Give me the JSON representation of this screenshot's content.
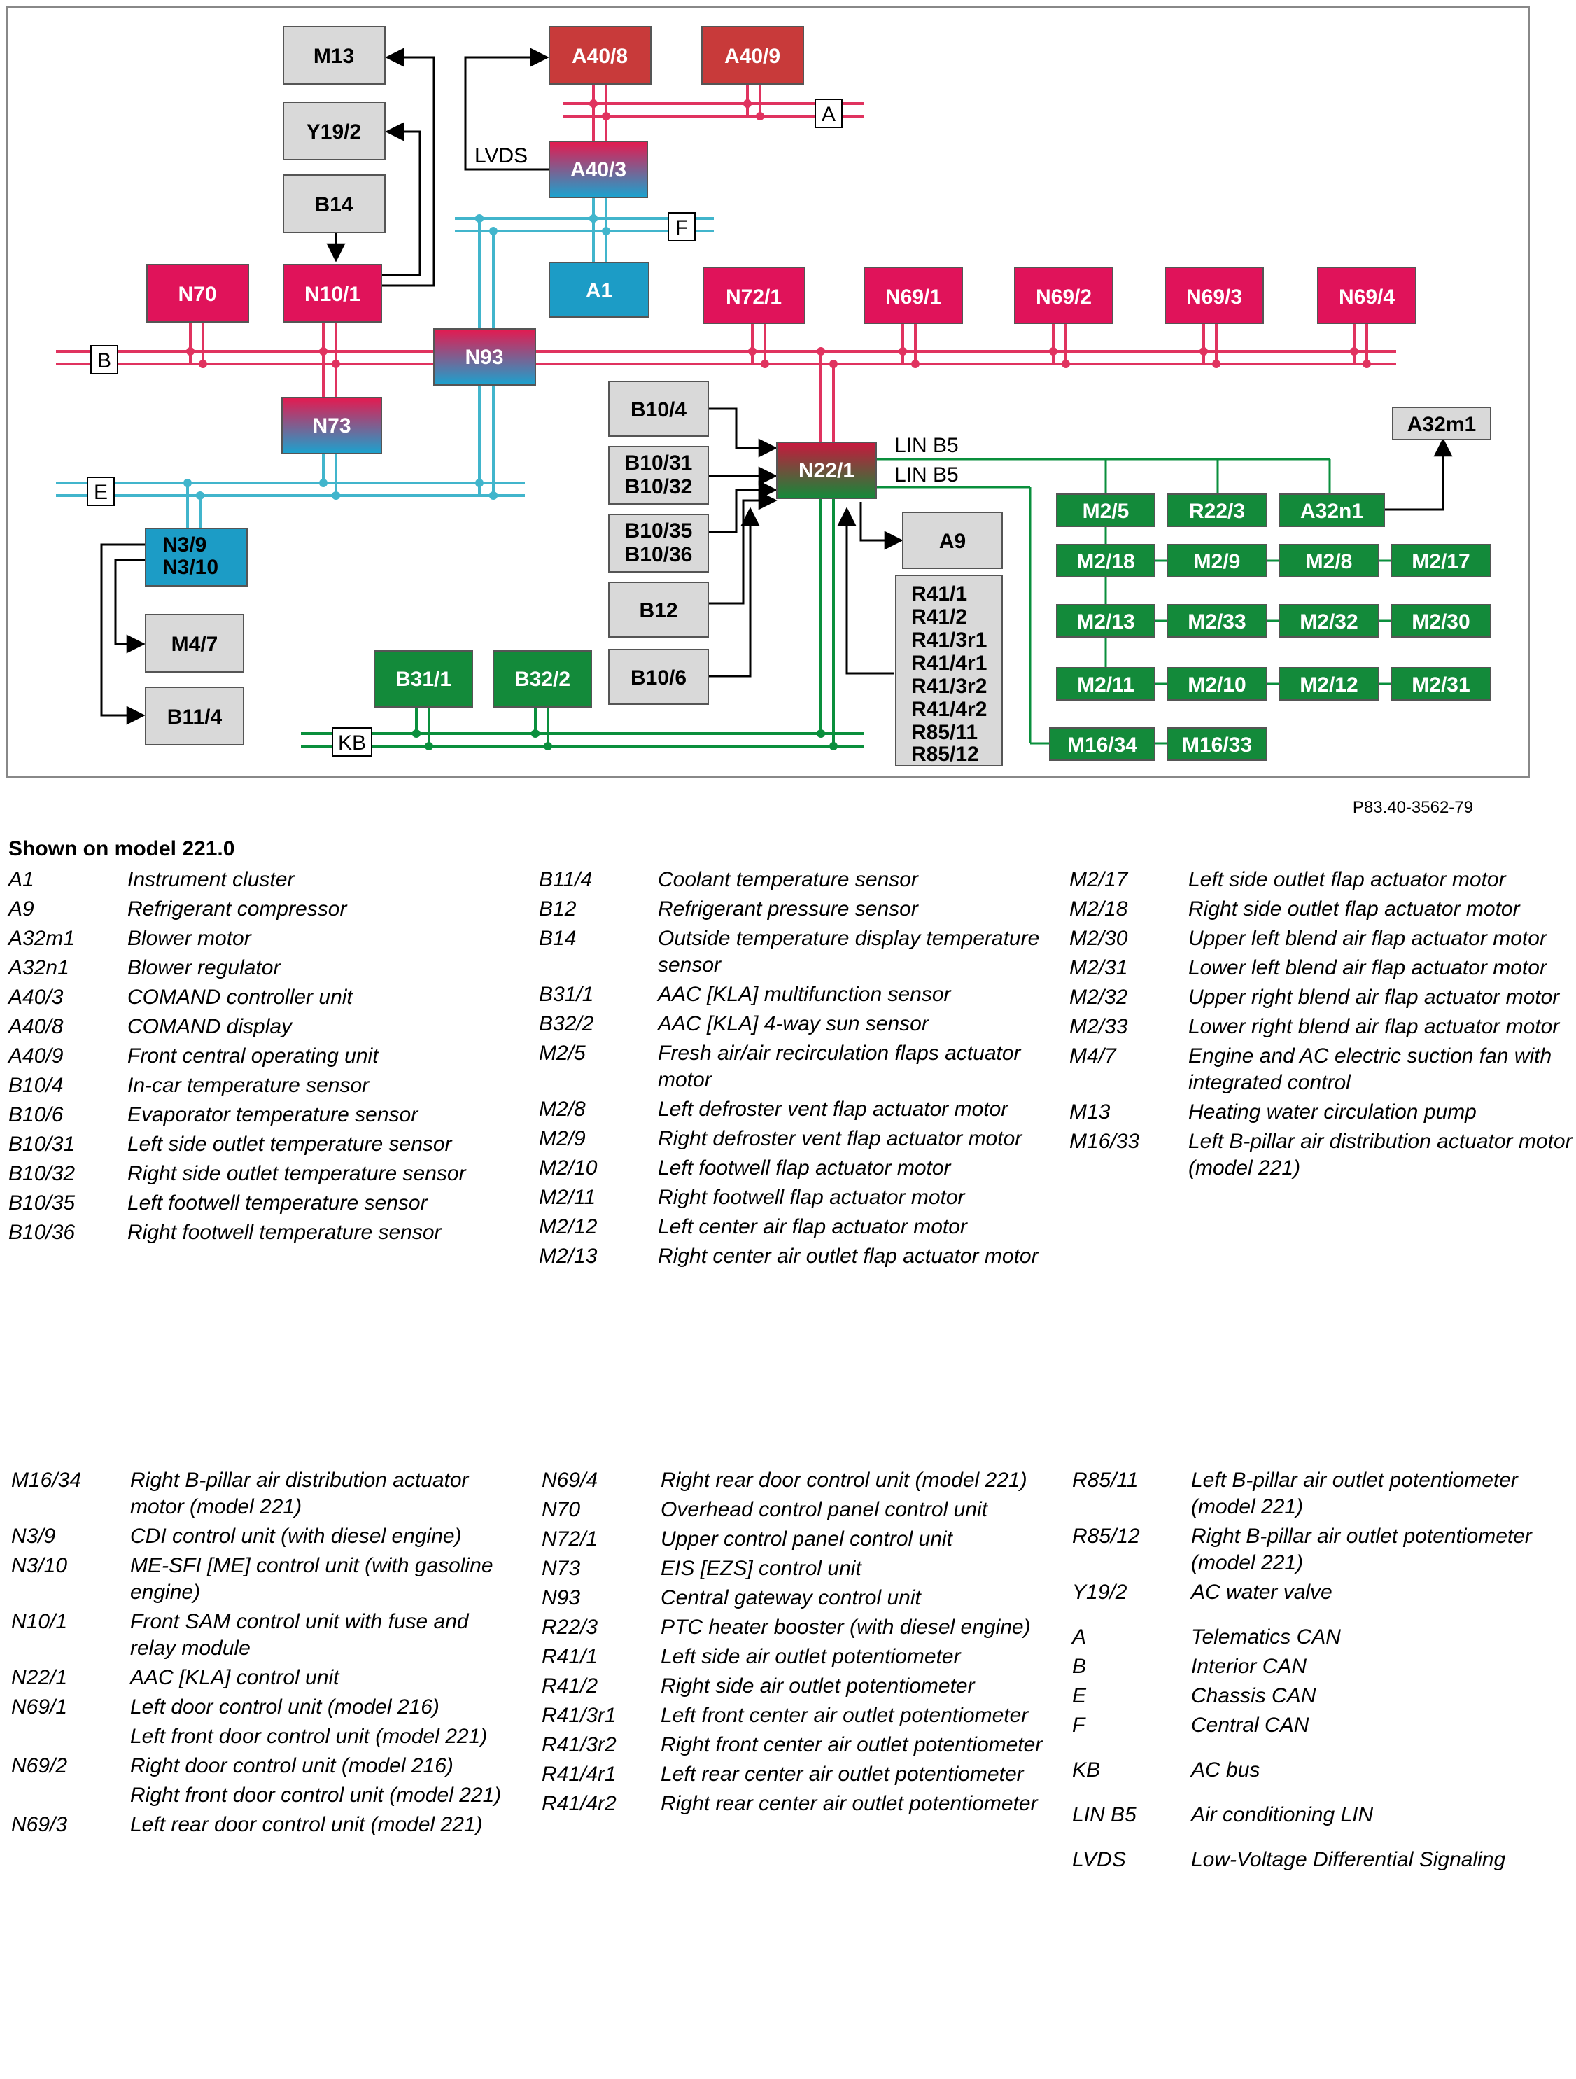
{
  "boxes": {
    "M13": "M13",
    "Y19_2": "Y19/2",
    "B14": "B14",
    "N70": "N70",
    "N10_1": "N10/1",
    "A40_8": "A40/8",
    "A40_9": "A40/9",
    "A40_3": "A40/3",
    "A1": "A1",
    "N93": "N93",
    "N73": "N73",
    "N72_1": "N72/1",
    "N69_1": "N69/1",
    "N69_2": "N69/2",
    "N69_3": "N69/3",
    "N69_4": "N69/4",
    "B10_4": "B10/4",
    "B10_31": "B10/31",
    "B10_32": "B10/32",
    "B10_35": "B10/35",
    "B10_36": "B10/36",
    "B12": "B12",
    "B10_6": "B10/6",
    "N22_1": "N22/1",
    "A9": "A9",
    "A32m1": "A32m1",
    "M2_5": "M2/5",
    "R22_3": "R22/3",
    "A32n1": "A32n1",
    "M2_18": "M2/18",
    "M2_9": "M2/9",
    "M2_8": "M2/8",
    "M2_17": "M2/17",
    "M2_13": "M2/13",
    "M2_33": "M2/33",
    "M2_32": "M2/32",
    "M2_30": "M2/30",
    "M2_11": "M2/11",
    "M2_10": "M2/10",
    "M2_12": "M2/12",
    "M2_31": "M2/31",
    "M16_34": "M16/34",
    "M16_33": "M16/33",
    "N3_9": "N3/9",
    "N3_10": "N3/10",
    "M4_7": "M4/7",
    "B11_4": "B11/4",
    "B31_1": "B31/1",
    "B32_2": "B32/2",
    "R_list": [
      "R41/1",
      "R41/2",
      "R41/3r1",
      "R41/4r1",
      "R41/3r2",
      "R41/4r2",
      "R85/11",
      "R85/12"
    ]
  },
  "bus_labels": {
    "A": "A",
    "B": "B",
    "E": "E",
    "F": "F",
    "KB": "KB",
    "LVDS": "LVDS",
    "LIN1": "LIN B5",
    "LIN2": "LIN B5"
  },
  "figure_ref": "P83.40-3562-79",
  "shown_on": "Shown on model 221.0",
  "colors": {
    "red_bus": "#e0335f",
    "blue_bus": "#41b5cc",
    "green_bus": "#0a8f3c",
    "box_gray": "#d9d9d9",
    "box_red": "#c83a3a",
    "box_magenta": "#e0135a",
    "box_blue": "#1c9cc6",
    "box_green": "#138a3a"
  },
  "legend": {
    "col1": [
      {
        "code": "A1",
        "desc": "Instrument cluster"
      },
      {
        "code": "A9",
        "desc": "Refrigerant compressor"
      },
      {
        "code": "A32m1",
        "desc": "Blower motor"
      },
      {
        "code": "A32n1",
        "desc": "Blower regulator"
      },
      {
        "code": "A40/3",
        "desc": "COMAND controller unit"
      },
      {
        "code": "A40/8",
        "desc": "COMAND display"
      },
      {
        "code": "A40/9",
        "desc": "Front central operating unit"
      },
      {
        "code": "B10/4",
        "desc": "In-car temperature sensor"
      },
      {
        "code": "B10/6",
        "desc": "Evaporator temperature sensor"
      },
      {
        "code": "B10/31",
        "desc": "Left side outlet temperature sensor"
      },
      {
        "code": "B10/32",
        "desc": "Right side outlet temperature sensor"
      },
      {
        "code": "B10/35",
        "desc": "Left footwell temperature sensor"
      },
      {
        "code": "B10/36",
        "desc": "Right footwell temperature sensor"
      }
    ],
    "col2": [
      {
        "code": "B11/4",
        "desc": "Coolant temperature sensor"
      },
      {
        "code": "B12",
        "desc": "Refrigerant pressure sensor"
      },
      {
        "code": "B14",
        "desc": "Outside temperature display temperature sensor"
      },
      {
        "code": "B31/1",
        "desc": "AAC [KLA] multifunction sensor"
      },
      {
        "code": "B32/2",
        "desc": "AAC [KLA] 4-way sun sensor"
      },
      {
        "code": "M2/5",
        "desc": "Fresh air/air recirculation flaps actuator motor"
      },
      {
        "code": "M2/8",
        "desc": "Left defroster vent flap actuator motor"
      },
      {
        "code": "M2/9",
        "desc": "Right defroster vent flap actuator motor"
      },
      {
        "code": "M2/10",
        "desc": "Left footwell flap actuator motor"
      },
      {
        "code": "M2/11",
        "desc": "Right footwell flap actuator motor"
      },
      {
        "code": "M2/12",
        "desc": "Left center air flap actuator motor"
      },
      {
        "code": "M2/13",
        "desc": "Right center air outlet flap actuator motor"
      }
    ],
    "col3": [
      {
        "code": "M2/17",
        "desc": "Left side outlet flap actuator motor"
      },
      {
        "code": "M2/18",
        "desc": "Right side outlet flap actuator motor"
      },
      {
        "code": "M2/30",
        "desc": "Upper left blend air flap actuator motor"
      },
      {
        "code": "M2/31",
        "desc": "Lower left blend air flap actuator motor"
      },
      {
        "code": "M2/32",
        "desc": "Upper right blend air flap actuator motor"
      },
      {
        "code": "M2/33",
        "desc": "Lower right blend air flap actuator motor"
      },
      {
        "code": "M4/7",
        "desc": "Engine and AC electric suction fan with integrated control"
      },
      {
        "code": "M13",
        "desc": "Heating water circulation pump"
      },
      {
        "code": "M16/33",
        "desc": "Left B-pillar air distribution actuator motor (model 221)"
      }
    ],
    "col4": [
      {
        "code": "M16/34",
        "desc": "Right B-pillar air distribution actuator motor (model 221)"
      },
      {
        "code": "N3/9",
        "desc": "CDI control unit (with diesel engine)"
      },
      {
        "code": "N3/10",
        "desc": "ME-SFI [ME] control unit (with gasoline engine)"
      },
      {
        "code": "N10/1",
        "desc": "Front SAM control unit with fuse and relay module"
      },
      {
        "code": "N22/1",
        "desc": "AAC [KLA] control unit"
      },
      {
        "code": "N69/1",
        "desc": "Left door control unit (model 216)"
      },
      {
        "code": "",
        "desc": "Left front door control unit (model 221)"
      },
      {
        "code": "N69/2",
        "desc": "Right door control unit (model 216)"
      },
      {
        "code": "",
        "desc": "Right front door control unit (model 221)"
      },
      {
        "code": "N69/3",
        "desc": "Left rear door control unit (model 221)"
      }
    ],
    "col5": [
      {
        "code": "N69/4",
        "desc": "Right rear door control unit (model 221)"
      },
      {
        "code": "N70",
        "desc": "Overhead control panel control unit"
      },
      {
        "code": "N72/1",
        "desc": "Upper control panel control unit"
      },
      {
        "code": "N73",
        "desc": "EIS [EZS] control unit"
      },
      {
        "code": "N93",
        "desc": "Central gateway control unit"
      },
      {
        "code": "R22/3",
        "desc": "PTC heater booster (with diesel engine)"
      },
      {
        "code": "R41/1",
        "desc": "Left side air outlet potentiometer"
      },
      {
        "code": "R41/2",
        "desc": "Right side air outlet potentiometer"
      },
      {
        "code": "R41/3r1",
        "desc": "Left front center air outlet potentiometer"
      },
      {
        "code": "R41/3r2",
        "desc": "Right front center air outlet potentiometer"
      },
      {
        "code": "R41/4r1",
        "desc": "Left rear center air outlet potentiometer"
      },
      {
        "code": "R41/4r2",
        "desc": "Right rear center air outlet potentiometer"
      }
    ],
    "col6": [
      {
        "code": "R85/11",
        "desc": "Left B-pillar air outlet potentiometer (model 221)"
      },
      {
        "code": "R85/12",
        "desc": "Right B-pillar air outlet potentiometer (model 221)"
      },
      {
        "code": "Y19/2",
        "desc": "AC water valve"
      },
      {
        "code": "A",
        "desc": "Telematics CAN",
        "gap": true
      },
      {
        "code": "B",
        "desc": "Interior CAN"
      },
      {
        "code": "E",
        "desc": "Chassis CAN"
      },
      {
        "code": "F",
        "desc": "Central CAN"
      },
      {
        "code": "KB",
        "desc": "AC bus",
        "gap": true
      },
      {
        "code": "LIN B5",
        "desc": "Air conditioning LIN",
        "gap": true
      },
      {
        "code": "LVDS",
        "desc": "Low-Voltage Differential Signaling",
        "gap": true
      }
    ]
  }
}
